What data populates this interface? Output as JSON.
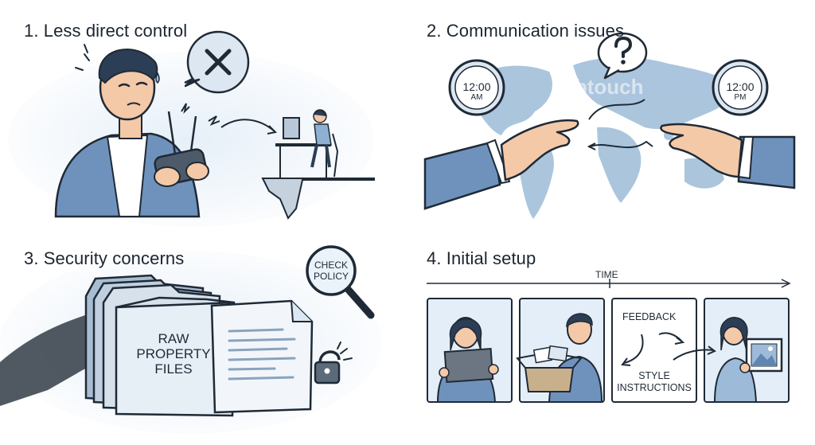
{
  "panels": [
    {
      "title": "1. Less direct control"
    },
    {
      "title": "2. Communication issues"
    },
    {
      "title": "3. Security concerns"
    },
    {
      "title": "4. Initial setup"
    }
  ],
  "clocks": {
    "left": {
      "time": "12:00",
      "period": "AM"
    },
    "right": {
      "time": "12:00",
      "period": "PM"
    }
  },
  "watermark": "hbtouch",
  "security": {
    "files_label_line1": "RAW",
    "files_label_line2": "PROPERTY",
    "files_label_line3": "FILES",
    "magnifier_line1": "CHECK",
    "magnifier_line2": "POLICY"
  },
  "setup": {
    "timeline_label": "TIME",
    "feedback_label": "FEEDBACK",
    "style_line1": "STYLE",
    "style_line2": "INSTRUCTIONS"
  },
  "colors": {
    "ink": "#1f2a36",
    "sky": "#cfe0f0",
    "map": "#9dbbd8",
    "shirt": "#6f92bd",
    "skin": "#f4c9a8",
    "card": "#e8f0f8"
  },
  "icons": [
    "close-icon",
    "question-icon",
    "padlock-icon",
    "magnifier-icon",
    "arrow-right-icon"
  ]
}
